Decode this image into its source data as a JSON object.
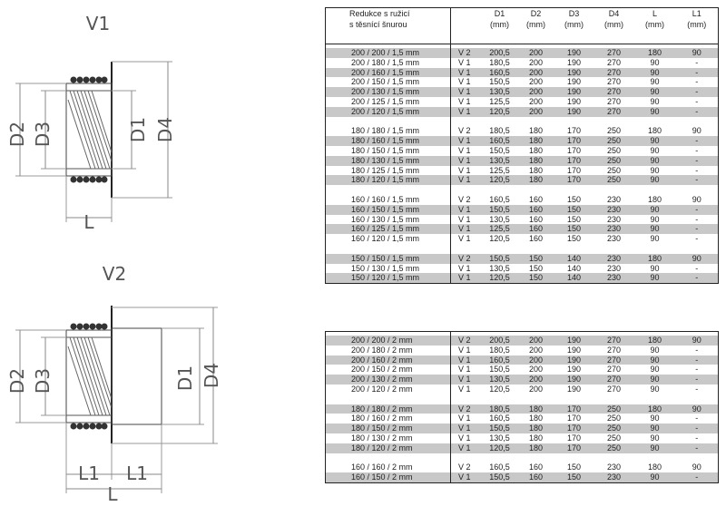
{
  "drawings": {
    "v1": {
      "title": "V1",
      "labels": {
        "d2": "D2",
        "d3": "D3",
        "d1": "D1",
        "d4": "D4",
        "l": "L"
      }
    },
    "v2": {
      "title": "V2",
      "labels": {
        "d2": "D2",
        "d3": "D3",
        "d1": "D1",
        "d4": "D4",
        "l1a": "L1",
        "l1b": "L1",
        "l": "L"
      }
    }
  },
  "table": {
    "header": {
      "desc_line1": "Redukce s ružicí",
      "desc_line2": "s těsnící šnurou",
      "cols": [
        {
          "name": "D1",
          "unit": "(mm)"
        },
        {
          "name": "D2",
          "unit": "(mm)"
        },
        {
          "name": "D3",
          "unit": "(mm)"
        },
        {
          "name": "D4",
          "unit": "(mm)"
        },
        {
          "name": "L",
          "unit": "(mm)"
        },
        {
          "name": "L1",
          "unit": "(mm)"
        }
      ]
    },
    "section1": [
      {
        "desc": "200 / 200 / 1,5 mm",
        "type": "V 2",
        "d1": "200,5",
        "d2": "200",
        "d3": "190",
        "d4": "270",
        "l": "180",
        "l1": "90",
        "shade": true
      },
      {
        "desc": "200 / 180 / 1,5 mm",
        "type": "V 1",
        "d1": "180,5",
        "d2": "200",
        "d3": "190",
        "d4": "270",
        "l": "90",
        "l1": "-",
        "shade": false
      },
      {
        "desc": "200 / 160 / 1,5 mm",
        "type": "V 1",
        "d1": "160,5",
        "d2": "200",
        "d3": "190",
        "d4": "270",
        "l": "90",
        "l1": "-",
        "shade": true
      },
      {
        "desc": "200 / 150 / 1,5 mm",
        "type": "V 1",
        "d1": "150,5",
        "d2": "200",
        "d3": "190",
        "d4": "270",
        "l": "90",
        "l1": "-",
        "shade": false
      },
      {
        "desc": "200 / 130 / 1,5 mm",
        "type": "V 1",
        "d1": "130,5",
        "d2": "200",
        "d3": "190",
        "d4": "270",
        "l": "90",
        "l1": "-",
        "shade": true
      },
      {
        "desc": "200 / 125 / 1,5 mm",
        "type": "V 1",
        "d1": "125,5",
        "d2": "200",
        "d3": "190",
        "d4": "270",
        "l": "90",
        "l1": "-",
        "shade": false
      },
      {
        "desc": "200 / 120 / 1,5 mm",
        "type": "V 1",
        "d1": "120,5",
        "d2": "200",
        "d3": "190",
        "d4": "270",
        "l": "90",
        "l1": "-",
        "shade": true
      },
      {
        "gap": true
      },
      {
        "desc": "180 / 180 / 1,5 mm",
        "type": "V 2",
        "d1": "180,5",
        "d2": "180",
        "d3": "170",
        "d4": "250",
        "l": "180",
        "l1": "90",
        "shade": false
      },
      {
        "desc": "180 / 160 / 1,5 mm",
        "type": "V 1",
        "d1": "160,5",
        "d2": "180",
        "d3": "170",
        "d4": "250",
        "l": "90",
        "l1": "-",
        "shade": true
      },
      {
        "desc": "180 / 150 / 1,5 mm",
        "type": "V 1",
        "d1": "150,5",
        "d2": "180",
        "d3": "170",
        "d4": "250",
        "l": "90",
        "l1": "-",
        "shade": false
      },
      {
        "desc": "180 / 130 / 1,5 mm",
        "type": "V 1",
        "d1": "130,5",
        "d2": "180",
        "d3": "170",
        "d4": "250",
        "l": "90",
        "l1": "-",
        "shade": true
      },
      {
        "desc": "180 / 125 / 1,5 mm",
        "type": "V 1",
        "d1": "125,5",
        "d2": "180",
        "d3": "170",
        "d4": "250",
        "l": "90",
        "l1": "-",
        "shade": false
      },
      {
        "desc": "180 / 120 / 1,5 mm",
        "type": "V 1",
        "d1": "120,5",
        "d2": "180",
        "d3": "170",
        "d4": "250",
        "l": "90",
        "l1": "-",
        "shade": true
      },
      {
        "gap": true
      },
      {
        "desc": "160 / 160 / 1,5 mm",
        "type": "V 2",
        "d1": "160,5",
        "d2": "160",
        "d3": "150",
        "d4": "230",
        "l": "180",
        "l1": "90",
        "shade": false
      },
      {
        "desc": "160 / 150 / 1,5 mm",
        "type": "V 1",
        "d1": "150,5",
        "d2": "160",
        "d3": "150",
        "d4": "230",
        "l": "90",
        "l1": "-",
        "shade": true
      },
      {
        "desc": "160 / 130 / 1,5 mm",
        "type": "V 1",
        "d1": "130,5",
        "d2": "160",
        "d3": "150",
        "d4": "230",
        "l": "90",
        "l1": "-",
        "shade": false
      },
      {
        "desc": "160 / 125 / 1,5 mm",
        "type": "V 1",
        "d1": "125,5",
        "d2": "160",
        "d3": "150",
        "d4": "230",
        "l": "90",
        "l1": "-",
        "shade": true
      },
      {
        "desc": "160 / 120 / 1,5 mm",
        "type": "V 1",
        "d1": "120,5",
        "d2": "160",
        "d3": "150",
        "d4": "230",
        "l": "90",
        "l1": "-",
        "shade": false
      },
      {
        "gap": true
      },
      {
        "desc": "150 / 150 / 1,5 mm",
        "type": "V 2",
        "d1": "150,5",
        "d2": "150",
        "d3": "140",
        "d4": "230",
        "l": "180",
        "l1": "90",
        "shade": true
      },
      {
        "desc": "150 / 130 / 1,5 mm",
        "type": "V 1",
        "d1": "130,5",
        "d2": "150",
        "d3": "140",
        "d4": "230",
        "l": "90",
        "l1": "-",
        "shade": false
      },
      {
        "desc": "150 / 120 / 1,5 mm",
        "type": "V 1",
        "d1": "120,5",
        "d2": "150",
        "d3": "140",
        "d4": "230",
        "l": "90",
        "l1": "-",
        "shade": true
      }
    ],
    "section2": [
      {
        "desc": "200 / 200 / 2 mm",
        "type": "V 2",
        "d1": "200,5",
        "d2": "200",
        "d3": "190",
        "d4": "270",
        "l": "180",
        "l1": "90",
        "shade": true
      },
      {
        "desc": "200 / 180 / 2 mm",
        "type": "V 1",
        "d1": "180,5",
        "d2": "200",
        "d3": "190",
        "d4": "270",
        "l": "90",
        "l1": "-",
        "shade": false
      },
      {
        "desc": "200 / 160 / 2 mm",
        "type": "V 1",
        "d1": "160,5",
        "d2": "200",
        "d3": "190",
        "d4": "270",
        "l": "90",
        "l1": "-",
        "shade": true
      },
      {
        "desc": "200 / 150 / 2 mm",
        "type": "V 1",
        "d1": "150,5",
        "d2": "200",
        "d3": "190",
        "d4": "270",
        "l": "90",
        "l1": "-",
        "shade": false
      },
      {
        "desc": "200 / 130 / 2 mm",
        "type": "V 1",
        "d1": "130,5",
        "d2": "200",
        "d3": "190",
        "d4": "270",
        "l": "90",
        "l1": "-",
        "shade": true
      },
      {
        "desc": "200 / 120 / 2 mm",
        "type": "V 1",
        "d1": "120,5",
        "d2": "200",
        "d3": "190",
        "d4": "270",
        "l": "90",
        "l1": "-",
        "shade": false
      },
      {
        "gap": true
      },
      {
        "desc": "180 / 180 / 2 mm",
        "type": "V 2",
        "d1": "180,5",
        "d2": "180",
        "d3": "170",
        "d4": "250",
        "l": "180",
        "l1": "90",
        "shade": true
      },
      {
        "desc": "180 / 160 / 2 mm",
        "type": "V 1",
        "d1": "160,5",
        "d2": "180",
        "d3": "170",
        "d4": "250",
        "l": "90",
        "l1": "-",
        "shade": false
      },
      {
        "desc": "180 / 150 / 2 mm",
        "type": "V 1",
        "d1": "150,5",
        "d2": "180",
        "d3": "170",
        "d4": "250",
        "l": "90",
        "l1": "-",
        "shade": true
      },
      {
        "desc": "180 / 130 / 2 mm",
        "type": "V 1",
        "d1": "130,5",
        "d2": "180",
        "d3": "170",
        "d4": "250",
        "l": "90",
        "l1": "-",
        "shade": false
      },
      {
        "desc": "180 / 120 / 2 mm",
        "type": "V 1",
        "d1": "120,5",
        "d2": "180",
        "d3": "170",
        "d4": "250",
        "l": "90",
        "l1": "-",
        "shade": true
      },
      {
        "gap": true
      },
      {
        "desc": "160 / 160 / 2 mm",
        "type": "V 2",
        "d1": "160,5",
        "d2": "160",
        "d3": "150",
        "d4": "230",
        "l": "180",
        "l1": "90",
        "shade": false
      },
      {
        "desc": "160 / 150 / 2 mm",
        "type": "V 1",
        "d1": "150,5",
        "d2": "160",
        "d3": "150",
        "d4": "230",
        "l": "90",
        "l1": "-",
        "shade": true
      }
    ]
  }
}
